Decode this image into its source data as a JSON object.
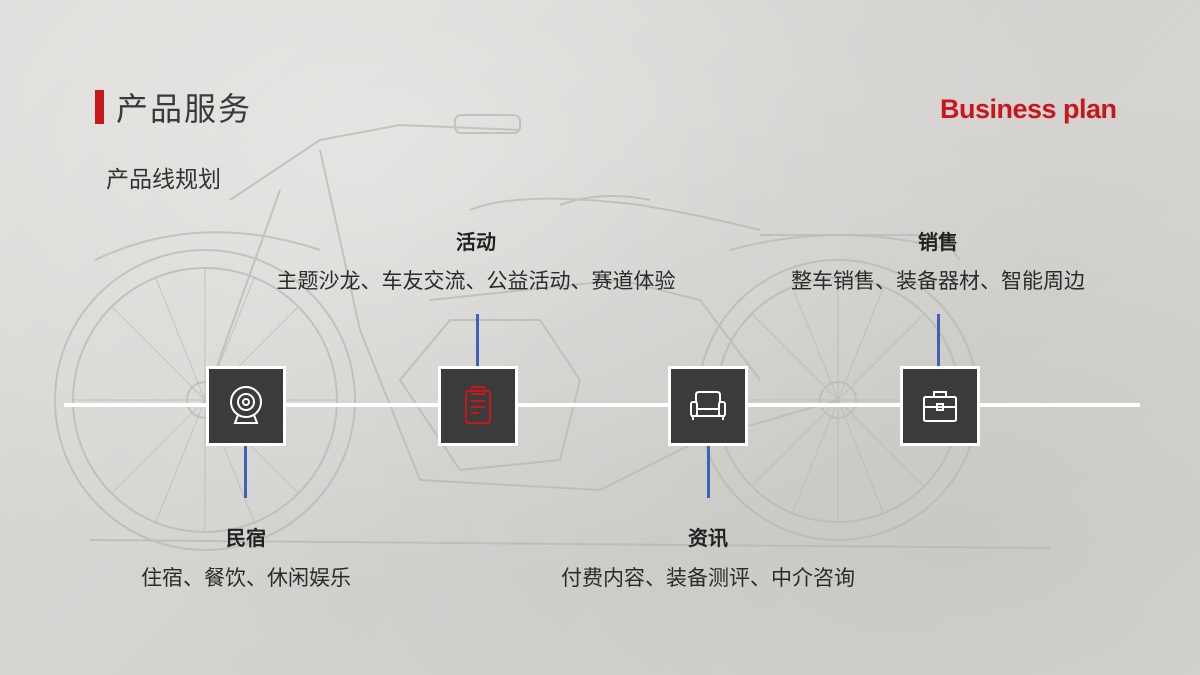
{
  "header": {
    "title": "产品服务",
    "subtitle": "产品线规划",
    "brand": "Business plan",
    "accent_color": "#c8161d"
  },
  "timeline": {
    "line_color": "#ffffff",
    "connector_color": "#3e63b6",
    "node_color": "#3b3b3b",
    "nodes": [
      {
        "icon": "webcam-icon",
        "title": "民宿",
        "desc": "住宿、餐饮、休闲娱乐",
        "position": "below"
      },
      {
        "icon": "clipboard-icon",
        "title": "活动",
        "desc": "主题沙龙、车友交流、公益活动、赛道体验",
        "position": "above",
        "icon_color": "#c8161d"
      },
      {
        "icon": "sofa-icon",
        "title": "资讯",
        "desc": "付费内容、装备测评、中介咨询",
        "position": "below"
      },
      {
        "icon": "toolbox-icon",
        "title": "销售",
        "desc": "整车销售、装备器材、智能周边",
        "position": "above"
      }
    ]
  }
}
